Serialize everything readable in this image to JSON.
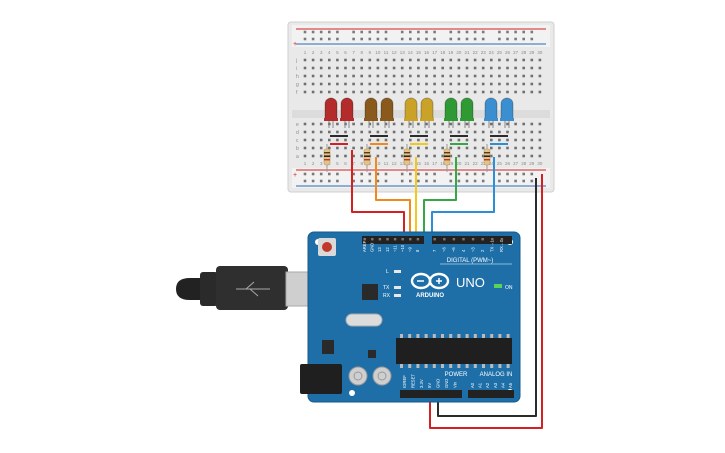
{
  "board": {
    "brand": "ARDUINO",
    "model": "UNO",
    "on_label": "ON",
    "l_label": "L",
    "tx_label": "TX",
    "rx_label": "RX",
    "digital_header": "DIGITAL (PWM~)",
    "power_header": "POWER",
    "analog_header": "ANALOG IN",
    "top_pins": [
      "AREF",
      "GND",
      "13",
      "12",
      "~11",
      "~10",
      "~9",
      "8",
      "7",
      "~6",
      "~5",
      "4",
      "~3",
      "2",
      "TX→1",
      "RX←0"
    ],
    "power_pins": [
      "IOREF",
      "RESET",
      "3.3V",
      "5V",
      "GND",
      "GND",
      "Vin"
    ],
    "analog_pins": [
      "A0",
      "A1",
      "A2",
      "A3",
      "A4",
      "A5"
    ]
  },
  "breadboard": {
    "column_numbers": [
      "1",
      "2",
      "3",
      "4",
      "5",
      "6",
      "7",
      "8",
      "9",
      "10",
      "11",
      "12",
      "13",
      "14",
      "15",
      "16",
      "17",
      "18",
      "19",
      "20",
      "21",
      "22",
      "23",
      "24",
      "25",
      "26",
      "27",
      "28",
      "29",
      "30"
    ],
    "row_letters_top": [
      "j",
      "i",
      "h",
      "g",
      "f"
    ],
    "row_letters_bottom": [
      "e",
      "d",
      "c",
      "b",
      "a"
    ],
    "rail_plus": "+",
    "rail_minus": "-"
  },
  "leds": [
    {
      "color": "#b32b2b"
    },
    {
      "color": "#b32b2b"
    },
    {
      "color": "#8a5a1c"
    },
    {
      "color": "#8a5a1c"
    },
    {
      "color": "#c9a227"
    },
    {
      "color": "#c9a227"
    },
    {
      "color": "#2f9a33"
    },
    {
      "color": "#2f9a33"
    },
    {
      "color": "#3b8fd0"
    },
    {
      "color": "#3b8fd0"
    }
  ],
  "wires": [
    {
      "name": "red",
      "color": "#d32020"
    },
    {
      "name": "orange",
      "color": "#f08a1d"
    },
    {
      "name": "yellow",
      "color": "#f2c81b"
    },
    {
      "name": "green",
      "color": "#35a845"
    },
    {
      "name": "blue",
      "color": "#2a8fd6"
    },
    {
      "name": "ground",
      "color": "#2b2b2b"
    },
    {
      "name": "power",
      "color": "#d32020"
    }
  ],
  "colors": {
    "board_blue": "#1e6fa8",
    "breadboard": "#ececec",
    "rail_red": "#d32020",
    "rail_blue": "#2a6ab8"
  }
}
